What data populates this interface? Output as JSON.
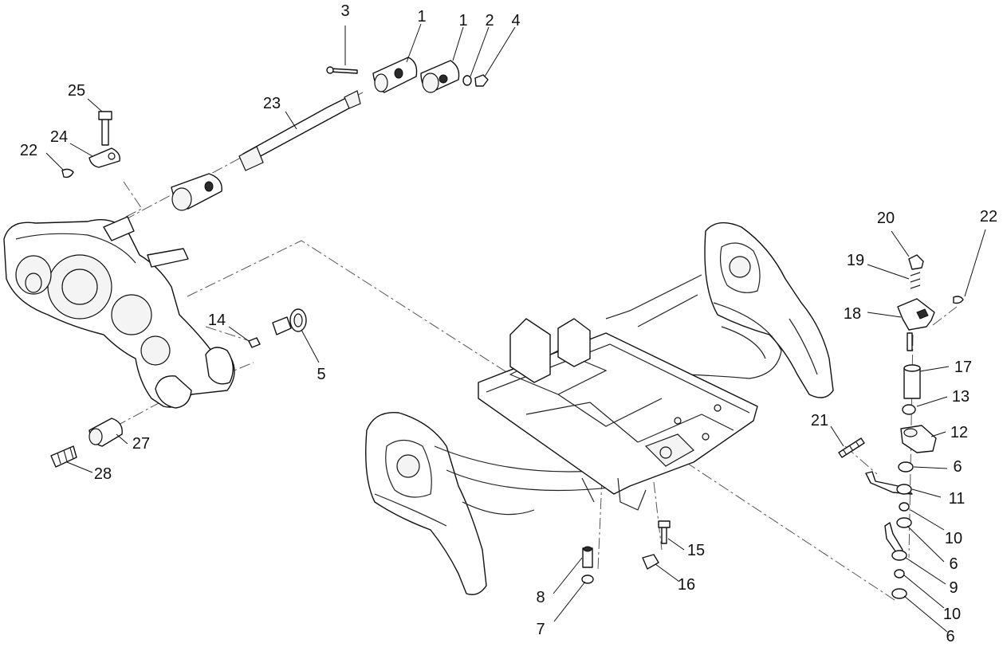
{
  "callouts": {
    "c3": "3",
    "c1a": "1",
    "c1b": "1",
    "c2": "2",
    "c4": "4",
    "c25": "25",
    "c23": "23",
    "c24": "24",
    "c22a": "22",
    "c20": "20",
    "c22b": "22",
    "c19": "19",
    "c18": "18",
    "c17": "17",
    "c13": "13",
    "c12": "12",
    "c21": "21",
    "c6a": "6",
    "c11": "11",
    "c10a": "10",
    "c6b": "6",
    "c9": "9",
    "c10b": "10",
    "c6c": "6",
    "c14": "14",
    "c5": "5",
    "c27": "27",
    "c28": "28",
    "c15": "15",
    "c16": "16",
    "c8": "8",
    "c7": "7"
  }
}
